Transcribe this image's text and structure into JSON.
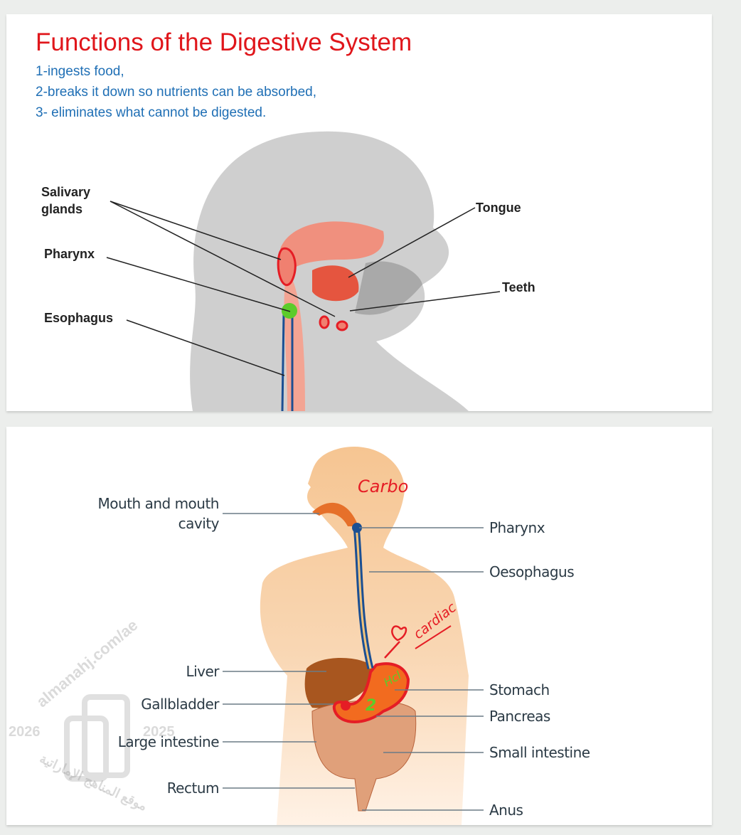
{
  "slide1": {
    "title": "Functions of the Digestive System",
    "points": [
      "1-ingests  food,",
      "2-breaks it down so nutrients can be absorbed,",
      "3- eliminates what cannot be digested."
    ],
    "labels": {
      "salivary_glands": "Salivary glands",
      "pharynx": "Pharynx",
      "esophagus": "Esophagus",
      "tongue": "Tongue",
      "teeth": "Teeth"
    }
  },
  "slide2": {
    "labels_left": {
      "mouth": "Mouth and mouth cavity",
      "liver": "Liver",
      "gallbladder": "Gallbladder",
      "large_intestine": "Large intestine",
      "rectum": "Rectum"
    },
    "labels_right": {
      "pharynx": "Pharynx",
      "oesophagus": "Oesophagus",
      "stomach": "Stomach",
      "pancreas": "Pancreas",
      "small_intestine": "Small intestine",
      "anus": "Anus"
    },
    "annotations": {
      "carbo": "Carbo",
      "cardiac": "cardiac",
      "hcl": "Hcl",
      "two": "2"
    },
    "watermark": {
      "site": "almanahj.com/ae",
      "year1": "2026",
      "year2": "2025",
      "arabic": "موقع المناهج الإماراتية"
    }
  },
  "colors": {
    "title": "#e0161b",
    "text_blue": "#1f6fb5",
    "annotation_red": "#e51d25",
    "annotation_green": "#5ccc2a",
    "tube_blue": "#1b4f93"
  }
}
